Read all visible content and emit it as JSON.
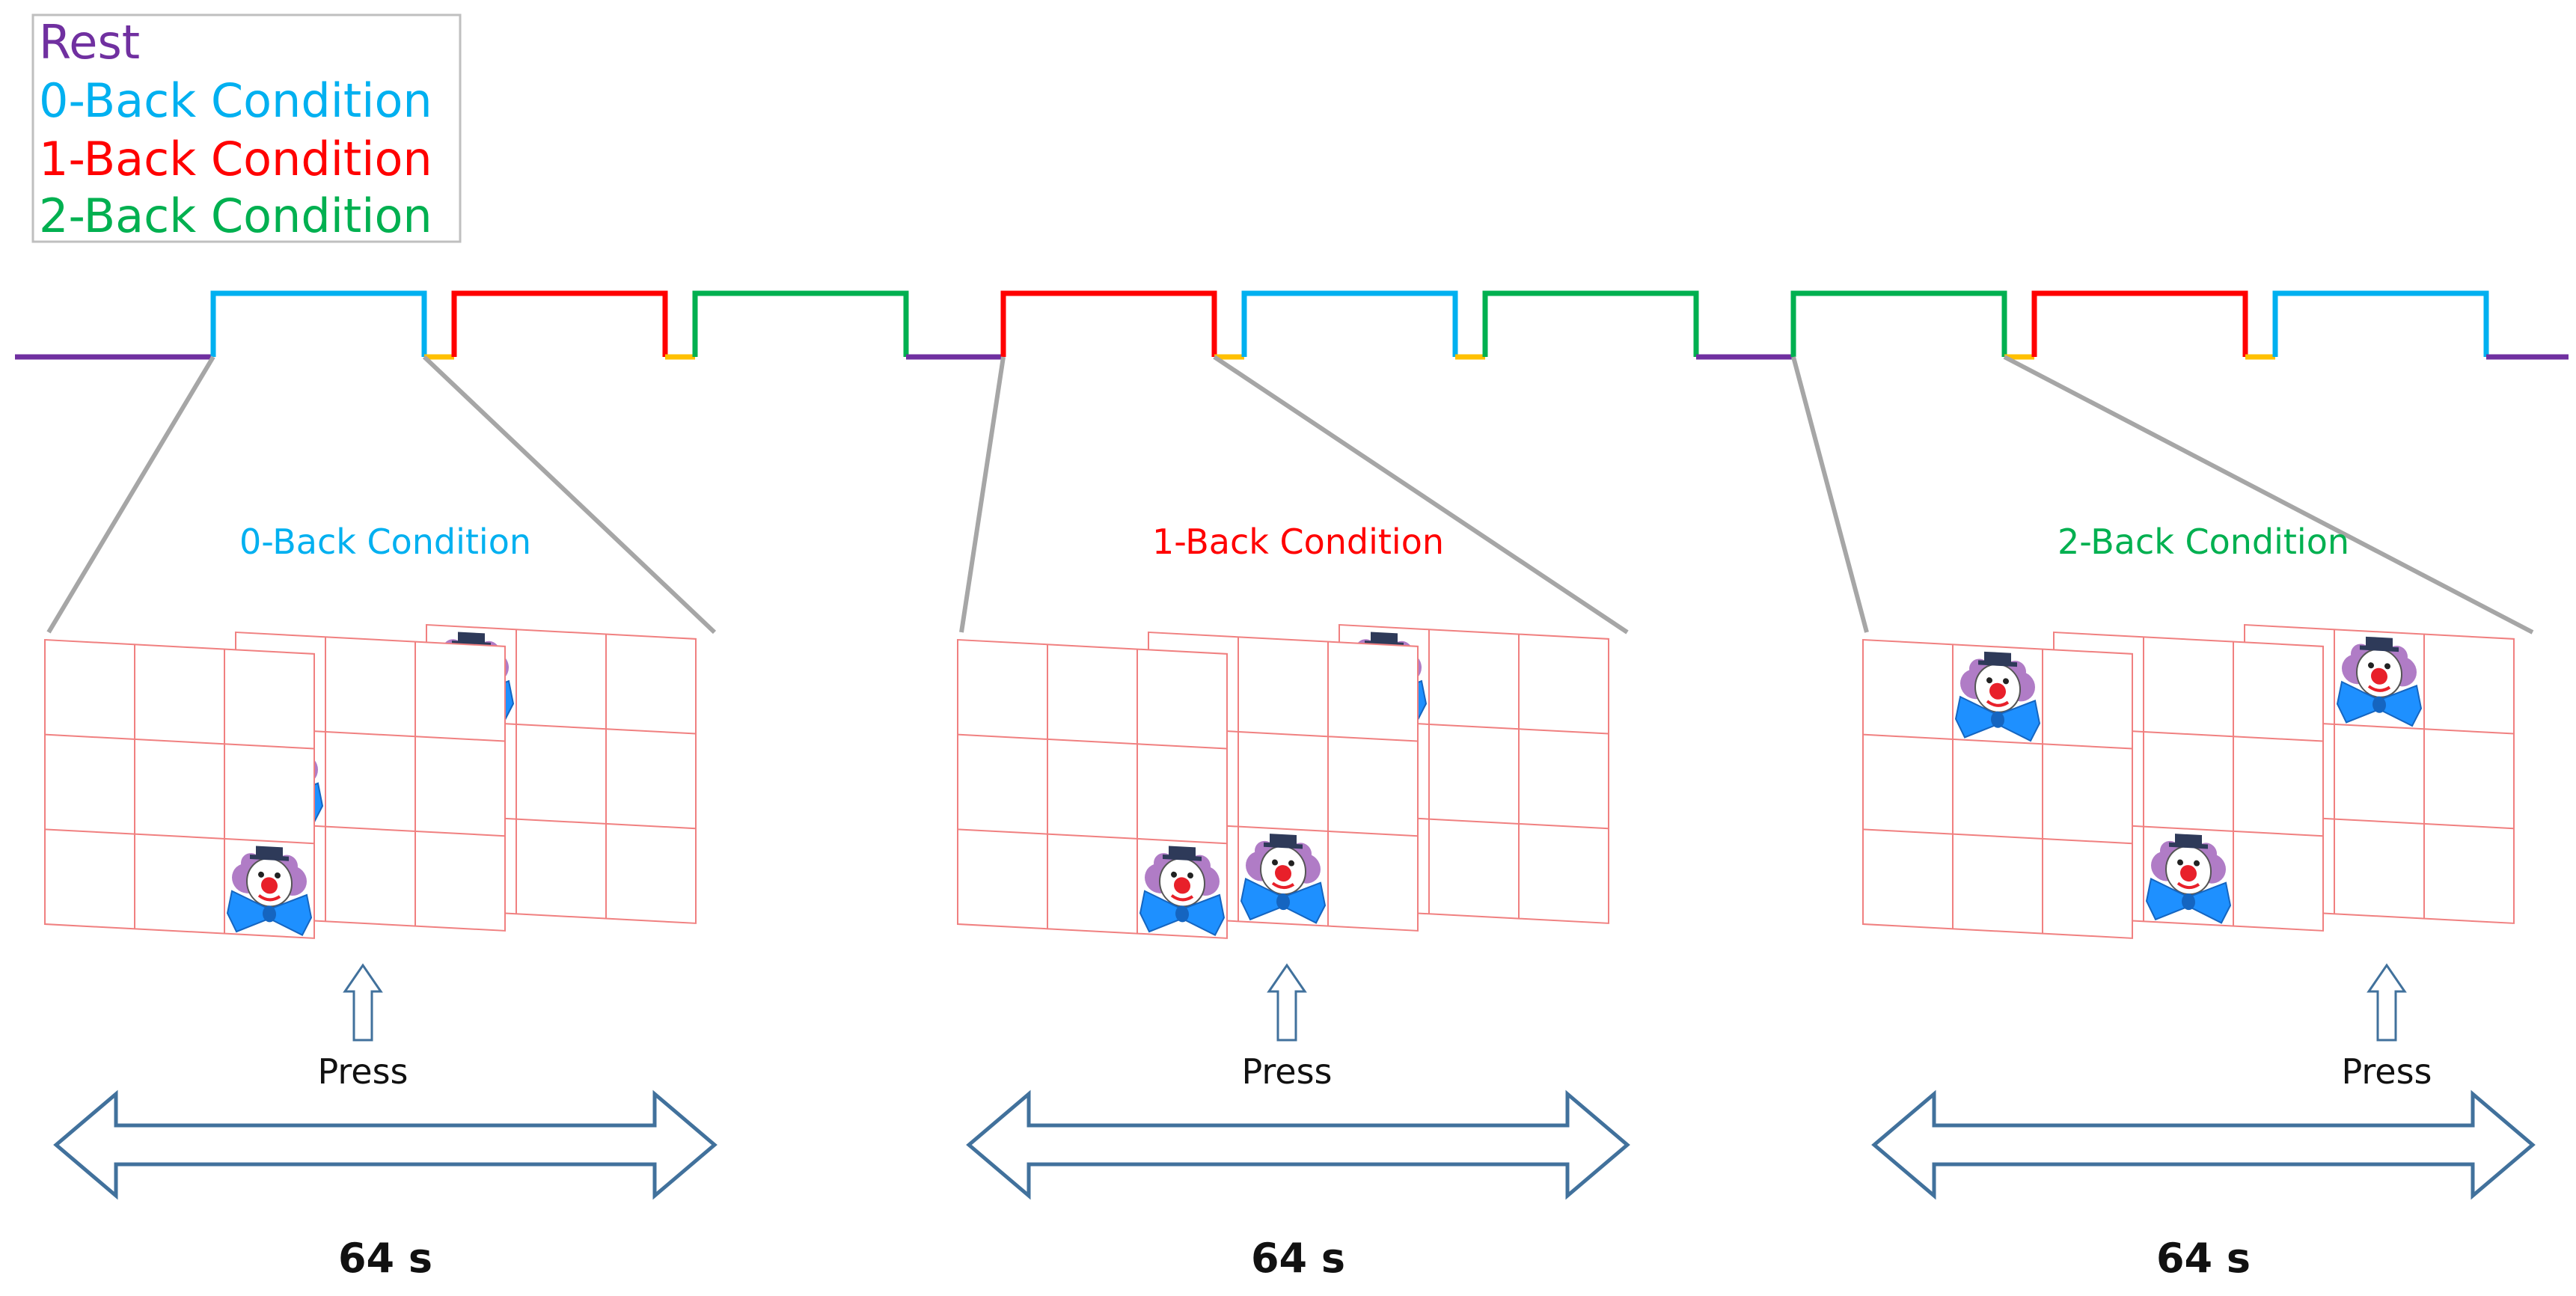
{
  "colors": {
    "rest": "#7030A0",
    "zero_back": "#00B0F0",
    "one_back": "#FF0000",
    "two_back": "#00B050",
    "gap": "#FFC000",
    "grid": "#F08080",
    "zoom_line": "#A6A6A6",
    "arrow": "#41719C"
  },
  "legend": {
    "items": [
      {
        "label": "Rest",
        "color_key": "rest"
      },
      {
        "label": "0-Back Condition",
        "color_key": "zero_back"
      },
      {
        "label": "1-Back Condition",
        "color_key": "one_back"
      },
      {
        "label": "2-Back Condition",
        "color_key": "two_back"
      }
    ]
  },
  "timeline": {
    "sequence": [
      "rest",
      "zero_back",
      "gap",
      "one_back",
      "gap",
      "two_back",
      "rest",
      "one_back",
      "gap",
      "zero_back",
      "gap",
      "two_back",
      "rest",
      "two_back",
      "gap",
      "one_back",
      "gap",
      "zero_back",
      "rest"
    ]
  },
  "panels": [
    {
      "title": "0-Back Condition",
      "color_key": "zero_back",
      "press_label": "Press",
      "duration": "64 s",
      "clown_icons": [
        "clown-icon",
        "clown-icon",
        "clown-icon"
      ]
    },
    {
      "title": "1-Back Condition",
      "color_key": "one_back",
      "press_label": "Press",
      "duration": "64 s",
      "clown_icons": [
        "clown-icon",
        "clown-icon",
        "clown-icon"
      ]
    },
    {
      "title": "2-Back Condition",
      "color_key": "two_back",
      "press_label": "Press",
      "duration": "64 s",
      "clown_icons": [
        "clown-icon",
        "clown-icon",
        "clown-icon"
      ]
    }
  ]
}
